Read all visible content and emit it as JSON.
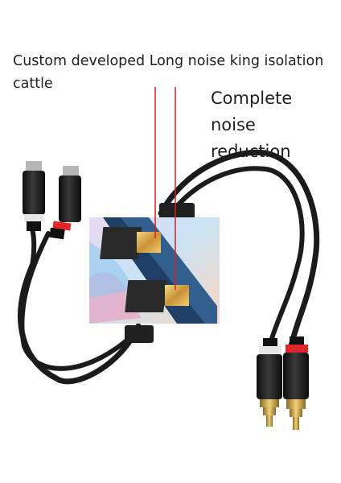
{
  "captions": {
    "top_left": "Custom developed Long noise king isolation cattle",
    "right": "Complete noise reduction"
  },
  "colors": {
    "cable": "#1b1b1b",
    "callout_line": "#d61f26",
    "connector_red_ring": "#e0262b",
    "connector_white_ring": "#e6e6e6",
    "gold": "#c9a44a",
    "chip_gold": "#e8c069"
  },
  "icons": [
    "rca-female-connector",
    "rca-male-connector",
    "chip-inset"
  ]
}
